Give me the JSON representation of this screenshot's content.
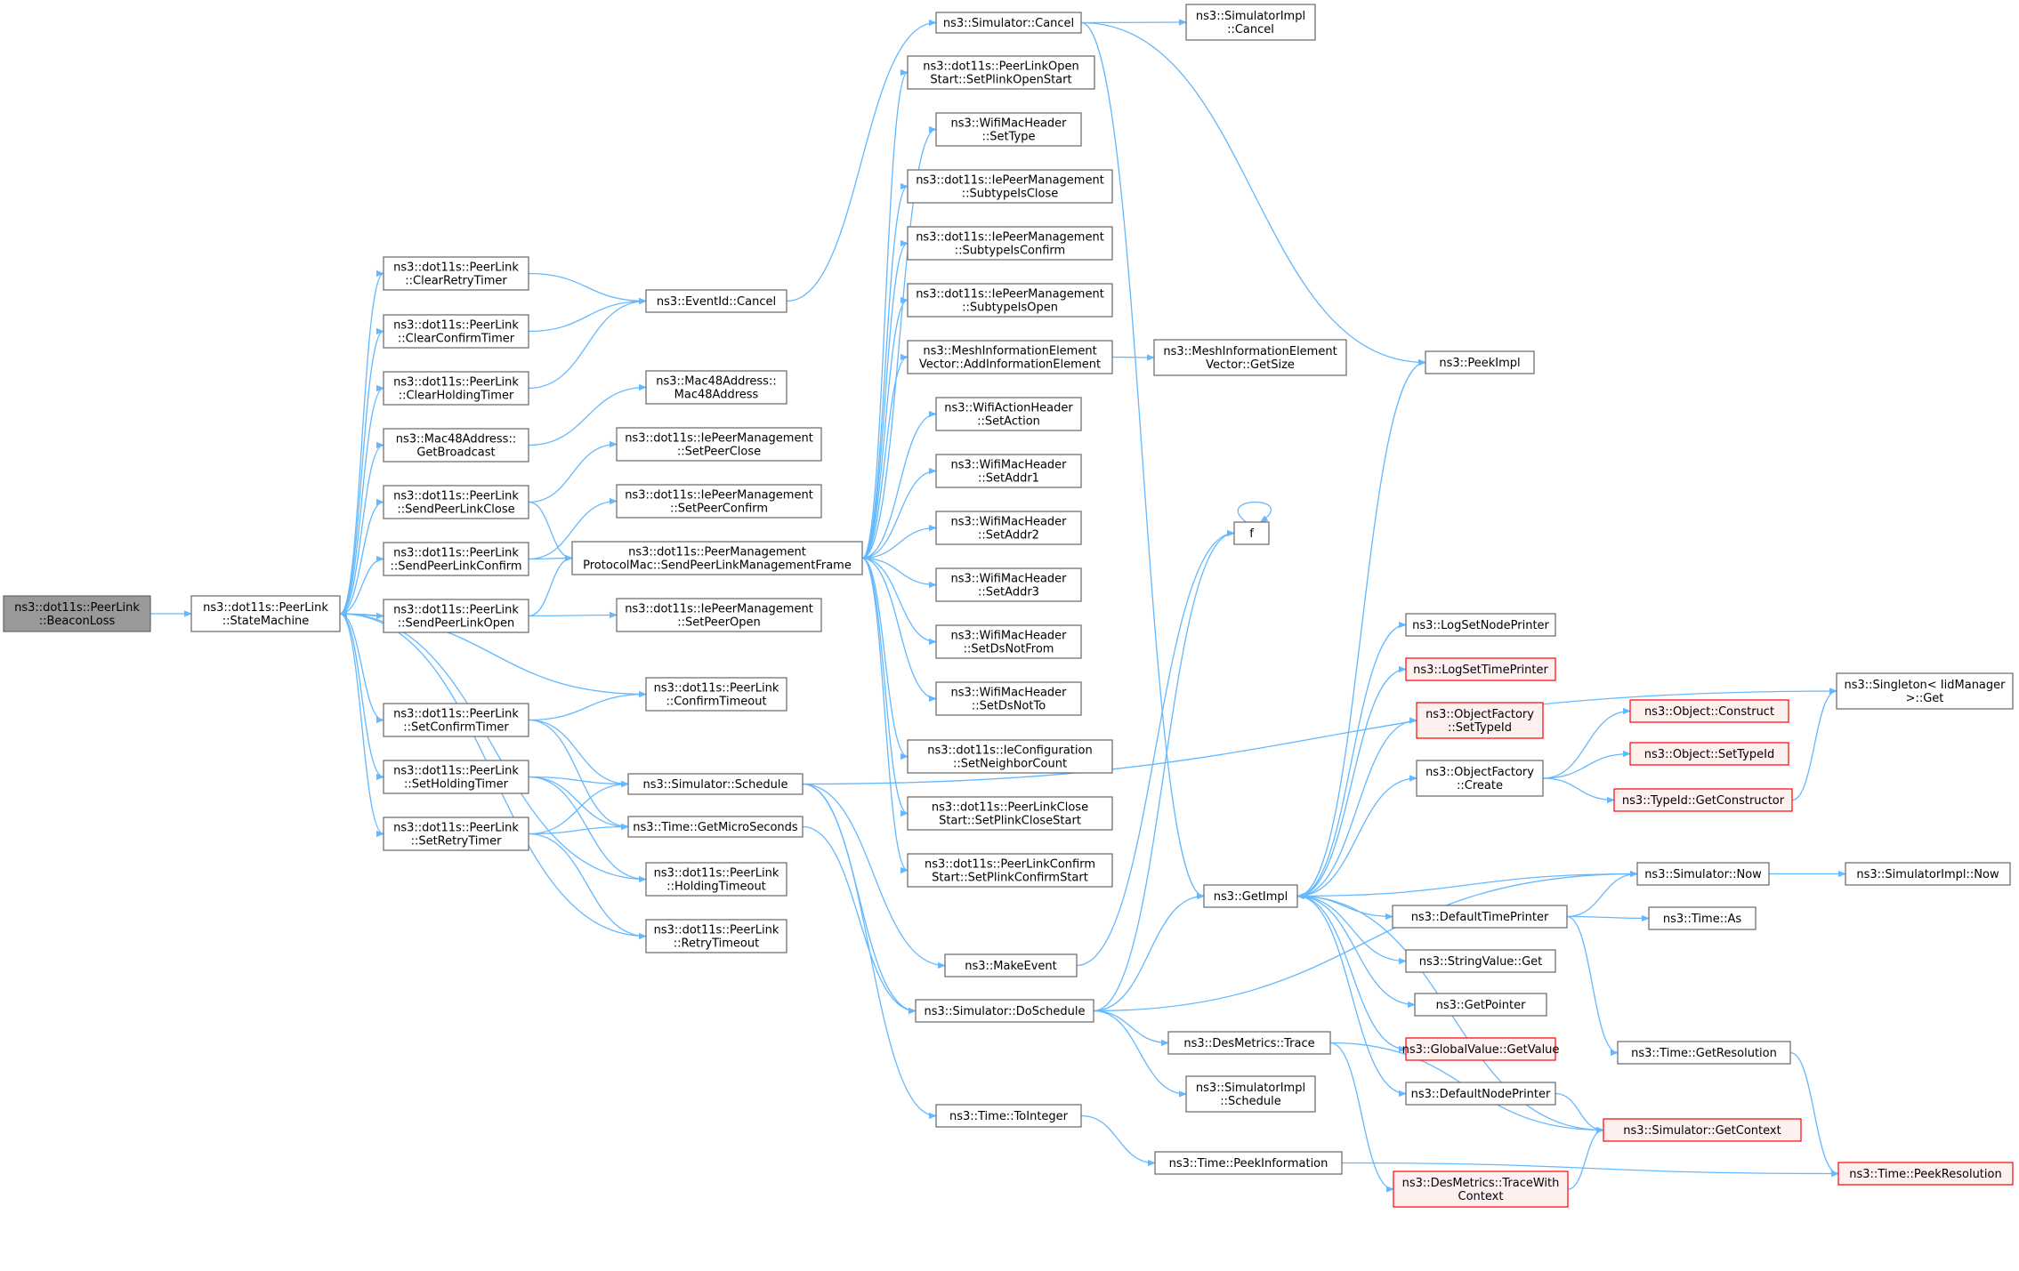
{
  "colors": {
    "edge": "#63b8ff",
    "node_border": "#666666",
    "node_border_red": "#ff0000",
    "node_fill": "#ffffff",
    "node_fill_red": "#fff0f0",
    "node_fill_root": "#999999",
    "text": "#000000"
  },
  "nodes": [
    {
      "id": "beaconloss",
      "label": [
        "ns3::dot11s::PeerLink",
        "::BeaconLoss"
      ],
      "style": "root"
    },
    {
      "id": "statemachine",
      "label": [
        "ns3::dot11s::PeerLink",
        "::StateMachine"
      ]
    },
    {
      "id": "clearretrytimer",
      "label": [
        "ns3::dot11s::PeerLink",
        "::ClearRetryTimer"
      ]
    },
    {
      "id": "clearconfirmtimer",
      "label": [
        "ns3::dot11s::PeerLink",
        "::ClearConfirmTimer"
      ]
    },
    {
      "id": "clearholdingtimer",
      "label": [
        "ns3::dot11s::PeerLink",
        "::ClearHoldingTimer"
      ]
    },
    {
      "id": "getbroadcast",
      "label": [
        "ns3::Mac48Address::",
        "GetBroadcast"
      ]
    },
    {
      "id": "sendpeerlinkclose",
      "label": [
        "ns3::dot11s::PeerLink",
        "::SendPeerLinkClose"
      ]
    },
    {
      "id": "sendpeerlinkconfirm",
      "label": [
        "ns3::dot11s::PeerLink",
        "::SendPeerLinkConfirm"
      ]
    },
    {
      "id": "sendpeerlinkopen",
      "label": [
        "ns3::dot11s::PeerLink",
        "::SendPeerLinkOpen"
      ]
    },
    {
      "id": "setconfirmtimer",
      "label": [
        "ns3::dot11s::PeerLink",
        "::SetConfirmTimer"
      ]
    },
    {
      "id": "setholdingtimer",
      "label": [
        "ns3::dot11s::PeerLink",
        "::SetHoldingTimer"
      ]
    },
    {
      "id": "setretrytimer",
      "label": [
        "ns3::dot11s::PeerLink",
        "::SetRetryTimer"
      ]
    },
    {
      "id": "eventidcancel",
      "label": [
        "ns3::EventId::Cancel"
      ]
    },
    {
      "id": "mac48address",
      "label": [
        "ns3::Mac48Address::",
        "Mac48Address"
      ]
    },
    {
      "id": "setpeerclose",
      "label": [
        "ns3::dot11s::IePeerManagement",
        "::SetPeerClose"
      ]
    },
    {
      "id": "setpeerconfirm",
      "label": [
        "ns3::dot11s::IePeerManagement",
        "::SetPeerConfirm"
      ]
    },
    {
      "id": "sendpeerlinkmgmt",
      "label": [
        "ns3::dot11s::PeerManagement",
        "ProtocolMac::SendPeerLinkManagementFrame"
      ]
    },
    {
      "id": "setpeeropen",
      "label": [
        "ns3::dot11s::IePeerManagement",
        "::SetPeerOpen"
      ]
    },
    {
      "id": "confirmtimeout",
      "label": [
        "ns3::dot11s::PeerLink",
        "::ConfirmTimeout"
      ]
    },
    {
      "id": "simschedule",
      "label": [
        "ns3::Simulator::Schedule"
      ]
    },
    {
      "id": "getmicroseconds",
      "label": [
        "ns3::Time::GetMicroSeconds"
      ]
    },
    {
      "id": "holdingtimeout",
      "label": [
        "ns3::dot11s::PeerLink",
        "::HoldingTimeout"
      ]
    },
    {
      "id": "retrytimeout",
      "label": [
        "ns3::dot11s::PeerLink",
        "::RetryTimeout"
      ]
    },
    {
      "id": "simcancel",
      "label": [
        "ns3::Simulator::Cancel"
      ]
    },
    {
      "id": "setplinkopenstart",
      "label": [
        "ns3::dot11s::PeerLinkOpen",
        "Start::SetPlinkOpenStart"
      ]
    },
    {
      "id": "settype",
      "label": [
        "ns3::WifiMacHeader",
        "::SetType"
      ]
    },
    {
      "id": "subtypeisclose",
      "label": [
        "ns3::dot11s::IePeerManagement",
        "::SubtypeIsClose"
      ]
    },
    {
      "id": "subtypeisconfirm",
      "label": [
        "ns3::dot11s::IePeerManagement",
        "::SubtypeIsConfirm"
      ]
    },
    {
      "id": "subtypeisopen",
      "label": [
        "ns3::dot11s::IePeerManagement",
        "::SubtypeIsOpen"
      ]
    },
    {
      "id": "addinfoelement",
      "label": [
        "ns3::MeshInformationElement",
        "Vector::AddInformationElement"
      ]
    },
    {
      "id": "setaction",
      "label": [
        "ns3::WifiActionHeader",
        "::SetAction"
      ]
    },
    {
      "id": "setaddr1",
      "label": [
        "ns3::WifiMacHeader",
        "::SetAddr1"
      ]
    },
    {
      "id": "setaddr2",
      "label": [
        "ns3::WifiMacHeader",
        "::SetAddr2"
      ]
    },
    {
      "id": "setaddr3",
      "label": [
        "ns3::WifiMacHeader",
        "::SetAddr3"
      ]
    },
    {
      "id": "setdsnotfrom",
      "label": [
        "ns3::WifiMacHeader",
        "::SetDsNotFrom"
      ]
    },
    {
      "id": "setdsnotto",
      "label": [
        "ns3::WifiMacHeader",
        "::SetDsNotTo"
      ]
    },
    {
      "id": "setneighborcount",
      "label": [
        "ns3::dot11s::IeConfiguration",
        "::SetNeighborCount"
      ]
    },
    {
      "id": "setplinkclosestart",
      "label": [
        "ns3::dot11s::PeerLinkClose",
        "Start::SetPlinkCloseStart"
      ]
    },
    {
      "id": "setplinkconfirmstart",
      "label": [
        "ns3::dot11s::PeerLinkConfirm",
        "Start::SetPlinkConfirmStart"
      ]
    },
    {
      "id": "makeevent",
      "label": [
        "ns3::MakeEvent"
      ]
    },
    {
      "id": "doschedule",
      "label": [
        "ns3::Simulator::DoSchedule"
      ]
    },
    {
      "id": "tointeger",
      "label": [
        "ns3::Time::ToInteger"
      ]
    },
    {
      "id": "simimplcancel",
      "label": [
        "ns3::SimulatorImpl",
        "::Cancel"
      ]
    },
    {
      "id": "getsize",
      "label": [
        "ns3::MeshInformationElement",
        "Vector::GetSize"
      ]
    },
    {
      "id": "f",
      "label": [
        "f"
      ]
    },
    {
      "id": "getimpl",
      "label": [
        "ns3::GetImpl"
      ]
    },
    {
      "id": "desmetricstrace",
      "label": [
        "ns3::DesMetrics::Trace"
      ]
    },
    {
      "id": "simimplschedule",
      "label": [
        "ns3::SimulatorImpl",
        "::Schedule"
      ]
    },
    {
      "id": "peekinformation",
      "label": [
        "ns3::Time::PeekInformation"
      ]
    },
    {
      "id": "peekimpl",
      "label": [
        "ns3::PeekImpl"
      ]
    },
    {
      "id": "logsetnodeprinter",
      "label": [
        "ns3::LogSetNodePrinter"
      ]
    },
    {
      "id": "logsettimeprinter",
      "label": [
        "ns3::LogSetTimePrinter"
      ],
      "style": "red"
    },
    {
      "id": "ofsettypeid",
      "label": [
        "ns3::ObjectFactory",
        "::SetTypeId"
      ],
      "style": "red"
    },
    {
      "id": "ofcreate",
      "label": [
        "ns3::ObjectFactory",
        "::Create"
      ]
    },
    {
      "id": "defaulttimeprinter",
      "label": [
        "ns3::DefaultTimePrinter"
      ]
    },
    {
      "id": "stringvalueget",
      "label": [
        "ns3::StringValue::Get"
      ]
    },
    {
      "id": "getpointer",
      "label": [
        "ns3::GetPointer"
      ]
    },
    {
      "id": "globalvaluegetvalue",
      "label": [
        "ns3::GlobalValue::GetValue"
      ],
      "style": "red"
    },
    {
      "id": "defaultnodeprinter",
      "label": [
        "ns3::DefaultNodePrinter"
      ]
    },
    {
      "id": "tracewithcontext",
      "label": [
        "ns3::DesMetrics::TraceWith",
        "Context"
      ],
      "style": "red"
    },
    {
      "id": "objconstruct",
      "label": [
        "ns3::Object::Construct"
      ],
      "style": "red"
    },
    {
      "id": "objsettypeid",
      "label": [
        "ns3::Object::SetTypeId"
      ],
      "style": "red"
    },
    {
      "id": "getconstructor",
      "label": [
        "ns3::TypeId::GetConstructor"
      ],
      "style": "red"
    },
    {
      "id": "simnow",
      "label": [
        "ns3::Simulator::Now"
      ]
    },
    {
      "id": "timeas",
      "label": [
        "ns3::Time::As"
      ]
    },
    {
      "id": "getresolution",
      "label": [
        "ns3::Time::GetResolution"
      ]
    },
    {
      "id": "getcontext",
      "label": [
        "ns3::Simulator::GetContext"
      ],
      "style": "red"
    },
    {
      "id": "singletonget",
      "label": [
        "ns3::Singleton< IidManager",
        ">::Get"
      ]
    },
    {
      "id": "simimplnow",
      "label": [
        "ns3::SimulatorImpl::Now"
      ]
    },
    {
      "id": "peekresolution",
      "label": [
        "ns3::Time::PeekResolution"
      ],
      "style": "red"
    }
  ],
  "edges": [
    [
      "beaconloss",
      "statemachine"
    ],
    [
      "statemachine",
      "clearretrytimer"
    ],
    [
      "statemachine",
      "clearconfirmtimer"
    ],
    [
      "statemachine",
      "clearholdingtimer"
    ],
    [
      "statemachine",
      "getbroadcast"
    ],
    [
      "statemachine",
      "sendpeerlinkclose"
    ],
    [
      "statemachine",
      "sendpeerlinkconfirm"
    ],
    [
      "statemachine",
      "sendpeerlinkopen"
    ],
    [
      "statemachine",
      "setconfirmtimer"
    ],
    [
      "statemachine",
      "setholdingtimer"
    ],
    [
      "statemachine",
      "setretrytimer"
    ],
    [
      "clearretrytimer",
      "eventidcancel"
    ],
    [
      "clearconfirmtimer",
      "eventidcancel"
    ],
    [
      "clearholdingtimer",
      "eventidcancel"
    ],
    [
      "getbroadcast",
      "mac48address"
    ],
    [
      "sendpeerlinkclose",
      "setpeerclose"
    ],
    [
      "sendpeerlinkclose",
      "sendpeerlinkmgmt"
    ],
    [
      "sendpeerlinkconfirm",
      "setpeerconfirm"
    ],
    [
      "sendpeerlinkconfirm",
      "sendpeerlinkmgmt"
    ],
    [
      "sendpeerlinkopen",
      "sendpeerlinkmgmt"
    ],
    [
      "sendpeerlinkopen",
      "setpeeropen"
    ],
    [
      "setconfirmtimer",
      "confirmtimeout"
    ],
    [
      "setconfirmtimer",
      "simschedule"
    ],
    [
      "setconfirmtimer",
      "getmicroseconds"
    ],
    [
      "setholdingtimer",
      "simschedule"
    ],
    [
      "setholdingtimer",
      "getmicroseconds"
    ],
    [
      "setholdingtimer",
      "holdingtimeout"
    ],
    [
      "setretrytimer",
      "simschedule"
    ],
    [
      "setretrytimer",
      "getmicroseconds"
    ],
    [
      "setretrytimer",
      "retrytimeout"
    ],
    [
      "confirmtimeout",
      "statemachine"
    ],
    [
      "holdingtimeout",
      "statemachine"
    ],
    [
      "retrytimeout",
      "statemachine"
    ],
    [
      "eventidcancel",
      "simcancel"
    ],
    [
      "sendpeerlinkmgmt",
      "setplinkopenstart"
    ],
    [
      "sendpeerlinkmgmt",
      "settype"
    ],
    [
      "sendpeerlinkmgmt",
      "subtypeisclose"
    ],
    [
      "sendpeerlinkmgmt",
      "subtypeisconfirm"
    ],
    [
      "sendpeerlinkmgmt",
      "subtypeisopen"
    ],
    [
      "sendpeerlinkmgmt",
      "addinfoelement"
    ],
    [
      "sendpeerlinkmgmt",
      "setaction"
    ],
    [
      "sendpeerlinkmgmt",
      "setaddr1"
    ],
    [
      "sendpeerlinkmgmt",
      "setaddr2"
    ],
    [
      "sendpeerlinkmgmt",
      "setaddr3"
    ],
    [
      "sendpeerlinkmgmt",
      "setdsnotfrom"
    ],
    [
      "sendpeerlinkmgmt",
      "setdsnotto"
    ],
    [
      "sendpeerlinkmgmt",
      "setneighborcount"
    ],
    [
      "sendpeerlinkmgmt",
      "setplinkclosestart"
    ],
    [
      "sendpeerlinkmgmt",
      "setplinkconfirmstart"
    ],
    [
      "simschedule",
      "makeevent"
    ],
    [
      "simschedule",
      "doschedule"
    ],
    [
      "simschedule",
      "tointeger"
    ],
    [
      "simschedule",
      "singletonget"
    ],
    [
      "getmicroseconds",
      "doschedule"
    ],
    [
      "simcancel",
      "simimplcancel"
    ],
    [
      "simcancel",
      "getimpl"
    ],
    [
      "simcancel",
      "peekimpl"
    ],
    [
      "addinfoelement",
      "getsize"
    ],
    [
      "makeevent",
      "f"
    ],
    [
      "f",
      "f"
    ],
    [
      "doschedule",
      "getimpl"
    ],
    [
      "doschedule",
      "desmetricstrace"
    ],
    [
      "doschedule",
      "simimplschedule"
    ],
    [
      "doschedule",
      "f"
    ],
    [
      "doschedule",
      "simnow"
    ],
    [
      "tointeger",
      "peekinformation"
    ],
    [
      "peekinformation",
      "peekresolution"
    ],
    [
      "getimpl",
      "peekimpl"
    ],
    [
      "getimpl",
      "logsetnodeprinter"
    ],
    [
      "getimpl",
      "logsettimeprinter"
    ],
    [
      "getimpl",
      "ofsettypeid"
    ],
    [
      "getimpl",
      "ofcreate"
    ],
    [
      "getimpl",
      "defaulttimeprinter"
    ],
    [
      "getimpl",
      "stringvalueget"
    ],
    [
      "getimpl",
      "getpointer"
    ],
    [
      "getimpl",
      "globalvaluegetvalue"
    ],
    [
      "getimpl",
      "defaultnodeprinter"
    ],
    [
      "desmetricstrace",
      "tracewithcontext"
    ],
    [
      "desmetricstrace",
      "getcontext"
    ],
    [
      "tracewithcontext",
      "getcontext"
    ],
    [
      "defaultnodeprinter",
      "getcontext"
    ],
    [
      "getcontext",
      "getimpl"
    ],
    [
      "ofcreate",
      "objconstruct"
    ],
    [
      "ofcreate",
      "objsettypeid"
    ],
    [
      "ofcreate",
      "getconstructor"
    ],
    [
      "getconstructor",
      "singletonget"
    ],
    [
      "defaulttimeprinter",
      "simnow"
    ],
    [
      "defaulttimeprinter",
      "timeas"
    ],
    [
      "defaulttimeprinter",
      "getresolution"
    ],
    [
      "simnow",
      "getimpl"
    ],
    [
      "simnow",
      "simimplnow"
    ],
    [
      "getresolution",
      "peekresolution"
    ]
  ]
}
